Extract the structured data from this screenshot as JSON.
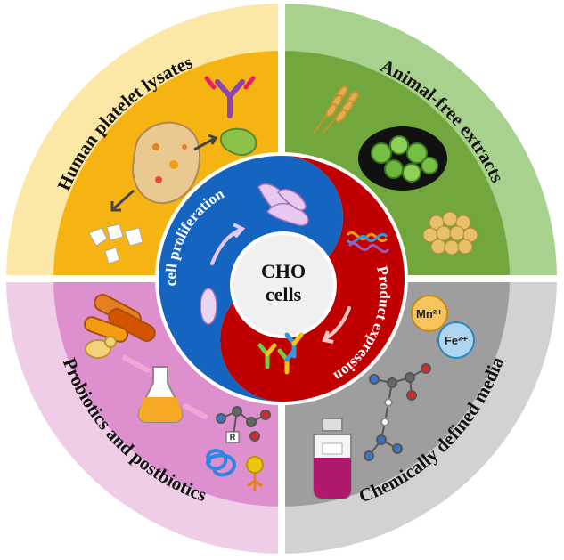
{
  "quadrants": {
    "top_left": {
      "label": "Human platelet lysates",
      "outer_color": "#fbe7a6",
      "inner_color": "#f6b412"
    },
    "top_right": {
      "label": "Animal-free extracts",
      "outer_color": "#a9d18e",
      "inner_color": "#71a73d"
    },
    "bottom_left": {
      "label": "Probiotics and postbiotics",
      "outer_color": "#f0cde6",
      "inner_color": "#dd8fce"
    },
    "bottom_right": {
      "label": "Chemically defined media",
      "outer_color": "#d2d2d2",
      "inner_color": "#9e9e9e"
    }
  },
  "yin_yang": {
    "left": {
      "label": "cell proliferation",
      "color": "#1565c0"
    },
    "right": {
      "label": "Product expression",
      "color": "#c00000"
    }
  },
  "center": {
    "line1": "CHO",
    "line2": "cells"
  },
  "ions": {
    "manganese": "Mn²⁺",
    "iron": "Fe²⁺"
  },
  "molecule_r_label": "R"
}
